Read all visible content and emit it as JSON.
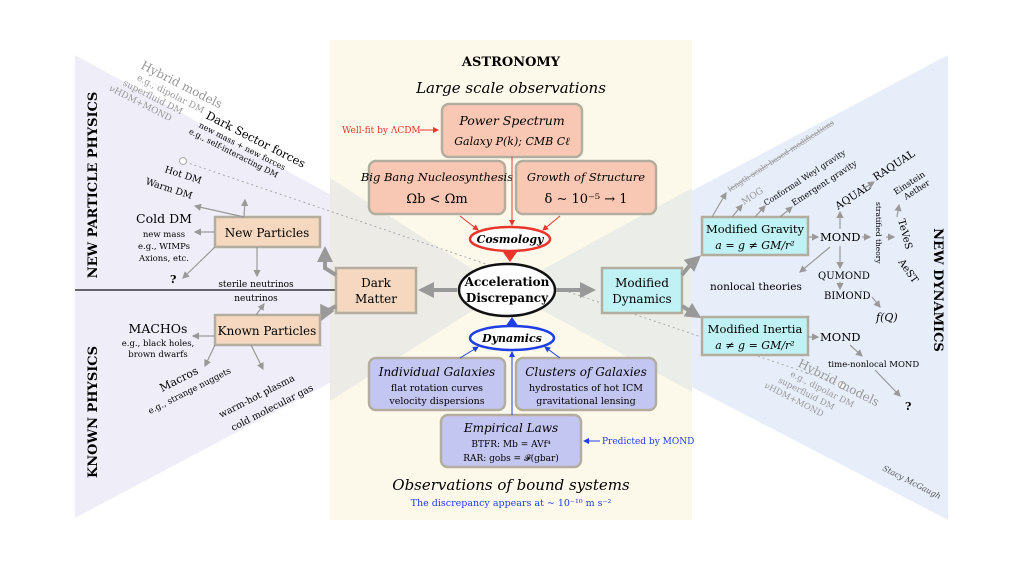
{
  "colors": {
    "left_bg": "#efeef8",
    "right_bg": "#e7eefa",
    "center_bg": "#fcf9ea",
    "cosmo_box": "#f8c8b4",
    "dyn_box": "#c4c6f2",
    "dm_box": "#f5d8bf",
    "md_box": "#c0f1f4",
    "red": "#e8362a",
    "blue": "#1e3ee6"
  },
  "center": {
    "heading": "ASTRONOMY",
    "large_scale": "Large scale observations",
    "power_title": "Power Spectrum",
    "power_sub": "Galaxy P(k); CMB Cℓ",
    "wellfit": "Well-fit by ΛCDM",
    "bbn_title": "Big Bang Nucleosynthesis",
    "bbn_sub": "Ωb < Ωm",
    "growth_title": "Growth of Structure",
    "growth_sub": "δ ∼ 10⁻⁵ → 1",
    "cosmology": "Cosmology",
    "acc1": "Acceleration",
    "acc2": "Discrepancy",
    "dynamics": "Dynamics",
    "ind_title": "Individual Galaxies",
    "ind_l1": "flat rotation curves",
    "ind_l2": "velocity dispersions",
    "clu_title": "Clusters of Galaxies",
    "clu_l1": "hydrostatics of hot ICM",
    "clu_l2": "gravitational lensing",
    "emp_title": "Empirical Laws",
    "emp_l1": "BTFR: Mb = AVf⁴",
    "emp_l2": "RAR: gobs = 𝓕(gbar)",
    "predicted": "Predicted by MOND",
    "bound": "Observations of bound systems",
    "discrepancy": "The discrepancy appears at  ∼ 10⁻¹⁰ m s⁻²"
  },
  "left": {
    "new_physics": "NEW PARTICLE PHYSICS",
    "known_physics": "KNOWN PHYSICS",
    "dark_matter1": "Dark",
    "dark_matter2": "Matter",
    "new_particles": "New Particles",
    "known_particles": "Known Particles",
    "hybrid": [
      "Hybrid models",
      "e.g., dipolar DM",
      "superfluid DM",
      "νHDM+MOND"
    ],
    "dark_sector": [
      "Dark Sector forces",
      "new mass + new forces",
      "e.g., self-interacting DM"
    ],
    "hot": "Hot DM",
    "warm": "Warm DM",
    "cold": [
      "Cold DM",
      "new mass",
      "e.g., WIMPs",
      "Axions, etc."
    ],
    "question": "?",
    "sterile": "sterile neutrinos",
    "neutrinos": "neutrinos",
    "machos": [
      "MACHOs",
      "e.g., black holes,",
      "brown dwarfs"
    ],
    "macros": [
      "Macros",
      "e.g., strange nuggets"
    ],
    "gas": [
      "warm-hot plasma",
      "cold molecular gas"
    ]
  },
  "right": {
    "new_dynamics": "NEW DYNAMICS",
    "modified_dynamics1": "Modified",
    "modified_dynamics2": "Dynamics",
    "mg_title": "Modified Gravity",
    "mg_eq": "a = g ≠ GM/r²",
    "mi_title": "Modified Inertia",
    "mi_eq": "a ≠ g = GM/r²",
    "length_scale": "length-scale-based-modifications",
    "mog": "MOG",
    "weyl": "Conformal Weyl gravity",
    "emergent": "Emergent gravity",
    "aqual": "AQUAL",
    "raqual": "RAQUAL",
    "mond": "MOND",
    "stratified": "stratified theory",
    "teves": "TeVeS",
    "aest": "AeST",
    "einstein": [
      "Einstein",
      "Aether"
    ],
    "nonlocal": "nonlocal theories",
    "qumond": "QUMOND",
    "bimond": "BIMOND",
    "fq": "f(Q)",
    "mond2": "MOND",
    "time_nonlocal": "time-nonlocal MOND",
    "question": "?",
    "hybrid": [
      "Hybrid models",
      "e.g., dipolar DM",
      "superfluid DM",
      "νHDM+MOND"
    ],
    "signature": "Stacy McGaugh"
  }
}
